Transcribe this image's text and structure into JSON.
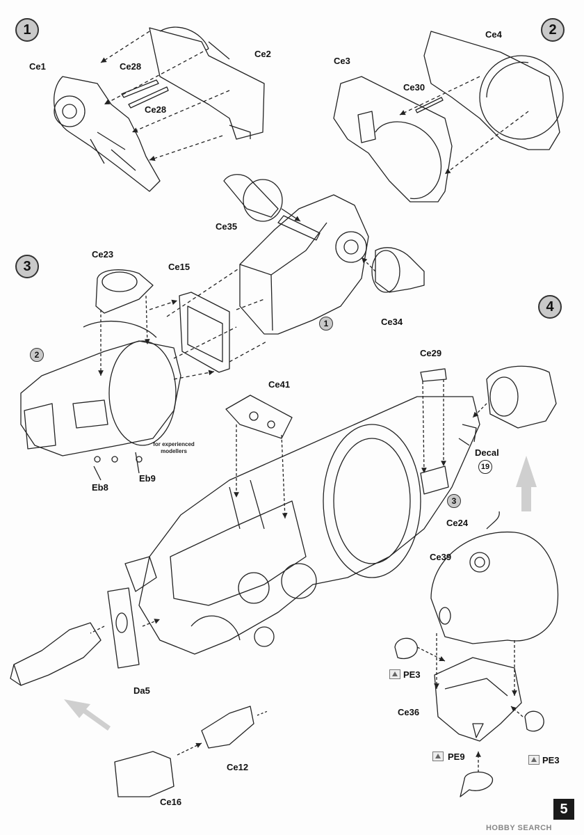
{
  "steps": [
    "1",
    "2",
    "3",
    "4"
  ],
  "parts": {
    "ce1": "Ce1",
    "ce2": "Ce2",
    "ce3": "Ce3",
    "ce4": "Ce4",
    "ce28a": "Ce28",
    "ce28b": "Ce28",
    "ce30": "Ce30",
    "ce35": "Ce35",
    "ce34": "Ce34",
    "ce23": "Ce23",
    "ce15": "Ce15",
    "ce29": "Ce29",
    "ce41": "Ce41",
    "ce24": "Ce24",
    "ce39": "Ce39",
    "ce36": "Ce36",
    "ce12": "Ce12",
    "ce16": "Ce16",
    "eb8": "Eb8",
    "eb9": "Eb9",
    "da5": "Da5",
    "pe3a": "PE3",
    "pe3b": "PE3",
    "pe9": "PE9"
  },
  "sub_refs": {
    "ref1": "1",
    "ref2": "2",
    "ref3": "3"
  },
  "note": "for experienced modellers",
  "decal_label": "Decal",
  "decal_number": "19",
  "page_number": "5",
  "watermark": "HOBBY SEARCH",
  "colors": {
    "line": "#222222",
    "step_fill": "#c9c9c9",
    "arrow_fill": "#cfcfcf"
  }
}
